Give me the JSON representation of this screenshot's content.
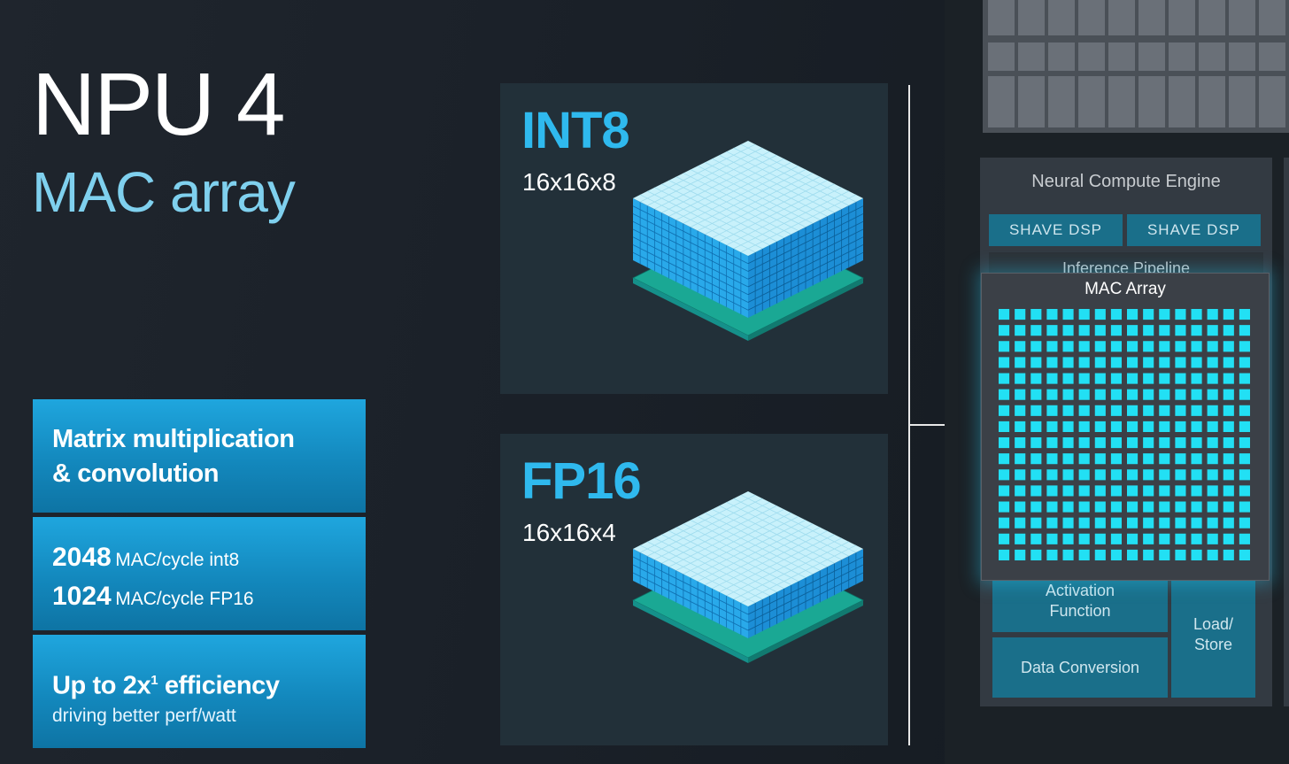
{
  "header": {
    "title": "NPU 4",
    "subtitle": "MAC array"
  },
  "features": [
    {
      "heading_line1": "Matrix multiplication",
      "heading_line2": "& convolution"
    },
    {
      "value1": "2048",
      "unit1": "MAC/cycle int8",
      "value2": "1024",
      "unit2": "MAC/cycle FP16"
    },
    {
      "heading_pre": "Up to 2x",
      "heading_sup": "1",
      "heading_post": " efficiency",
      "sub": "driving better perf/watt"
    }
  ],
  "panels": [
    {
      "label": "INT8",
      "dims": "16x16x8"
    },
    {
      "label": "FP16",
      "dims": "16x16x4"
    }
  ],
  "engine": {
    "title": "Neural Compute Engine",
    "dsp1": "SHAVE DSP",
    "dsp2": "SHAVE DSP",
    "pipeline": "Inference Pipeline",
    "mac_title": "MAC Array",
    "activation_line1": "Activation",
    "activation_line2": "Function",
    "data_conversion": "Data Conversion",
    "load_line1": "Load/",
    "load_line2": "Store"
  },
  "colors": {
    "accent": "#2fb9ee",
    "mac_cell": "#22e0f4",
    "feature_bg": "#1a9ad3",
    "engine_block": "#1a6f8a"
  }
}
